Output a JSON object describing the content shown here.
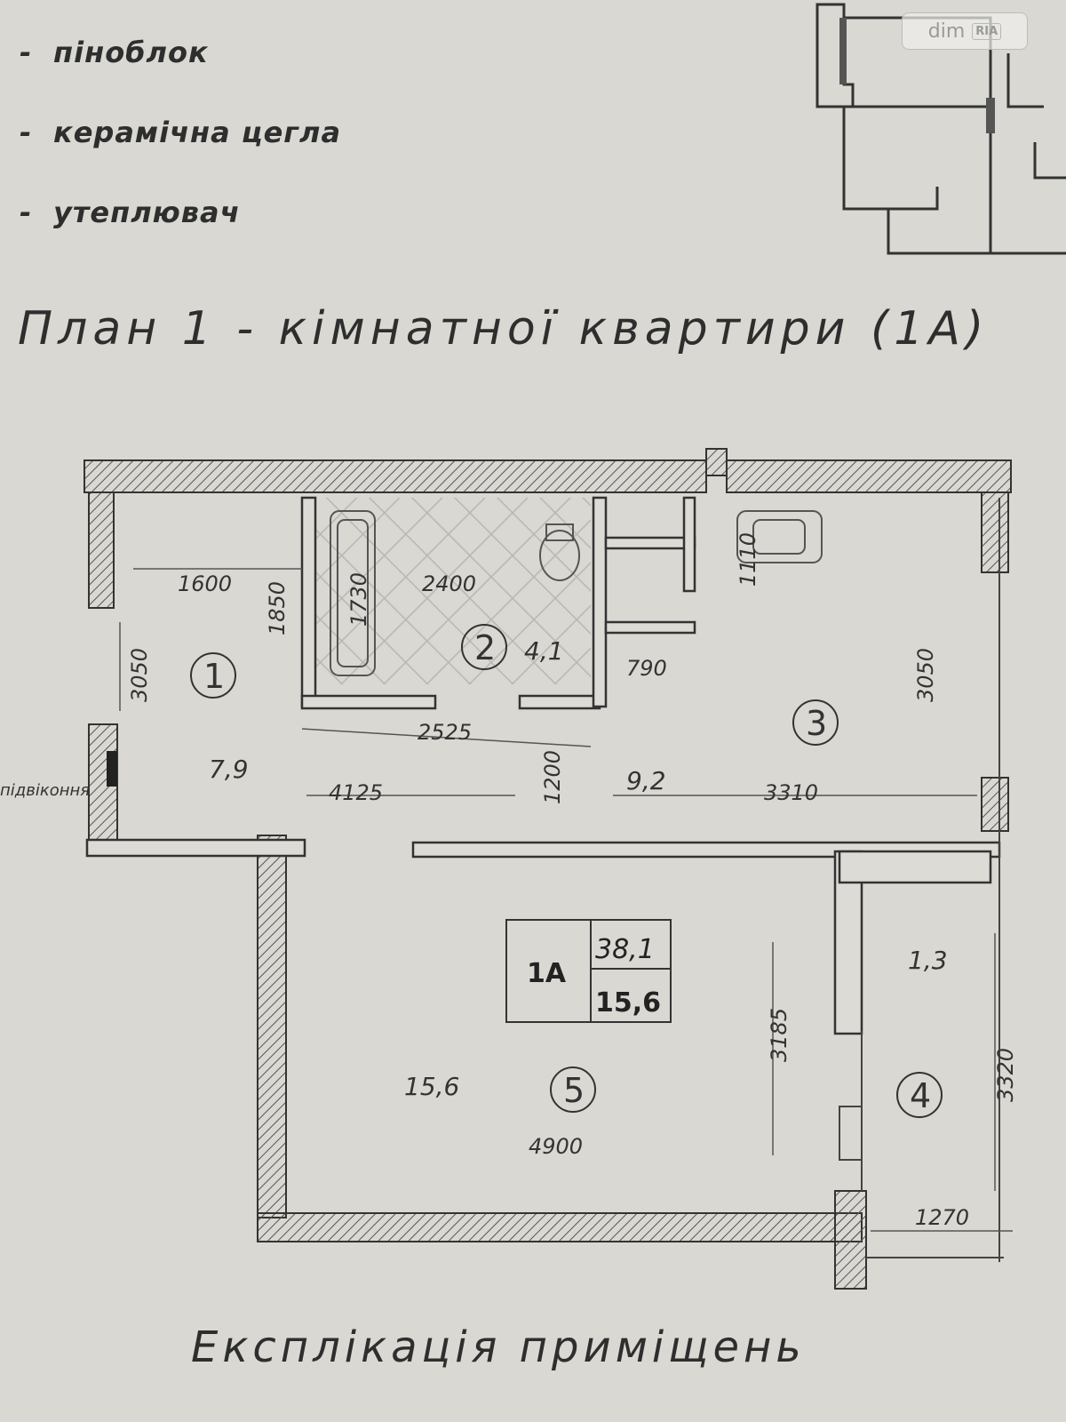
{
  "legend": {
    "items": [
      {
        "label": "піноблок"
      },
      {
        "label": "керамічна цегла"
      },
      {
        "label": "утеплювач"
      }
    ]
  },
  "watermark": {
    "text": "dim",
    "sub": "RIA"
  },
  "plan_title": "План 1 - кімнатної квартири (1А)",
  "footer_title": "Експлікація приміщень",
  "window_label": "підвіконня",
  "rooms": [
    {
      "number": "1",
      "area": "7,9"
    },
    {
      "number": "2",
      "area": "4,1"
    },
    {
      "number": "3",
      "area": "9,2"
    },
    {
      "number": "4",
      "area": "1,3"
    },
    {
      "number": "5",
      "area": "15,6"
    }
  ],
  "dimensions": {
    "d1600": "1600",
    "d1850": "1850",
    "d1730": "1730",
    "d2400": "2400",
    "d1110": "1110",
    "d3050_left": "3050",
    "d3050_right": "3050",
    "d790": "790",
    "d2525": "2525",
    "d1200": "1200",
    "d4125": "4125",
    "d3310": "3310",
    "d3185": "3185",
    "d3320": "3320",
    "d4900": "4900",
    "d1270": "1270"
  },
  "apartment_badge": {
    "code": "1А",
    "total": "38,1",
    "living": "15,6"
  }
}
